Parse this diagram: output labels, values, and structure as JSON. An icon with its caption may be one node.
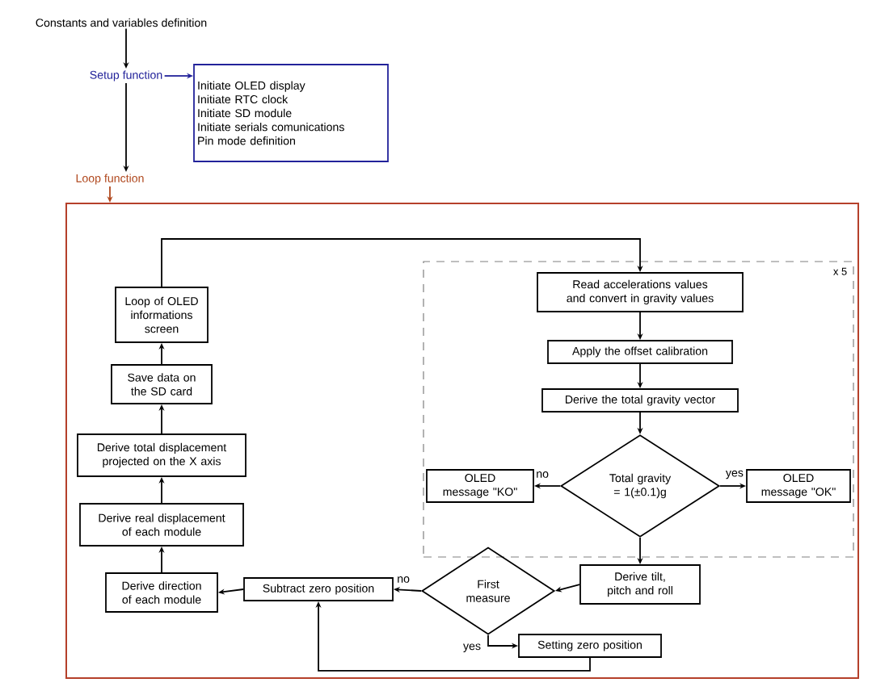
{
  "diagram": {
    "nodes": [
      {
        "text": [
          "Constants and variables definition"
        ]
      },
      {
        "text": [
          "Setup function"
        ]
      },
      {
        "text": [
          "Initiate OLED display",
          "Initiate RTC clock",
          "Initiate SD module",
          "Initiate serials comunications",
          "Pin mode definition"
        ]
      },
      {
        "text": [
          "Loop function"
        ]
      },
      {
        "text": [],
        "shape": "box"
      },
      {
        "text": [
          "x 5"
        ],
        "in": 4
      },
      {
        "text": [
          "Loop of OLED informations screen"
        ],
        "in": 4
      },
      {
        "text": [
          "Save data on the SD card"
        ],
        "in": 4
      },
      {
        "text": [
          "Derive total displacement projected on the X axis"
        ],
        "in": 4
      },
      {
        "text": [
          "Derive real displacement of each module"
        ],
        "in": 4
      },
      {
        "text": [
          "Derive direction of each module"
        ],
        "in": 4
      },
      {
        "text": [
          "Subtract zero position"
        ],
        "in": 4
      },
      {
        "text": [
          "Read accelerations values and convert in gravity values"
        ],
        "in": 5
      },
      {
        "text": [
          "Apply the offset calibration"
        ],
        "in": 5
      },
      {
        "text": [
          "Derive the total gravity vector"
        ],
        "in": 5
      },
      {
        "text": [
          "Total gravity = 1(±0.1)g"
        ],
        "in": 5
      },
      {
        "text": [
          "OLED message \"KO\""
        ],
        "in": 5
      },
      {
        "text": [
          "OLED message \"OK\""
        ],
        "in": 5
      },
      {
        "text": [
          "Derive tilt, pitch and roll"
        ],
        "in": 4
      },
      {
        "text": [
          "First measure"
        ],
        "in": 4
      },
      {
        "text": [
          "Setting zero position"
        ],
        "in": 4
      }
    ],
    "edges": [
      {
        "from": 0,
        "to": 1,
        "arrow": "to"
      },
      {
        "from": 1,
        "to": 2,
        "arrow": "to",
        "color": "#22229a"
      },
      {
        "from": 1,
        "to": 3,
        "arrow": "to"
      },
      {
        "from": 3,
        "to": 4,
        "arrow": "to",
        "color": "#b0481e"
      },
      {
        "from": 12,
        "to": 13,
        "arrow": "to"
      },
      {
        "from": 13,
        "to": 14,
        "arrow": "to"
      },
      {
        "from": 14,
        "to": 15,
        "arrow": "to"
      },
      {
        "from": 15,
        "to": 16,
        "arrow": "to",
        "label": "no"
      },
      {
        "from": 15,
        "to": 17,
        "arrow": "to",
        "label": "yes"
      },
      {
        "from": 15,
        "to": 18,
        "arrow": "to"
      },
      {
        "from": 18,
        "to": 19,
        "arrow": "to"
      },
      {
        "from": 19,
        "to": 11,
        "arrow": "to",
        "label": "no"
      },
      {
        "from": 19,
        "to": 20,
        "arrow": "to",
        "label": "yes"
      },
      {
        "from": 20,
        "to": 11,
        "arrow": "to"
      },
      {
        "from": 11,
        "to": 10,
        "arrow": "to"
      },
      {
        "from": 10,
        "to": 9,
        "arrow": "to"
      },
      {
        "from": 9,
        "to": 8,
        "arrow": "to"
      },
      {
        "from": 8,
        "to": 7,
        "arrow": "to"
      },
      {
        "from": 7,
        "to": 6,
        "arrow": "to"
      },
      {
        "from": 6,
        "to": 12,
        "arrow": "to"
      }
    ]
  }
}
